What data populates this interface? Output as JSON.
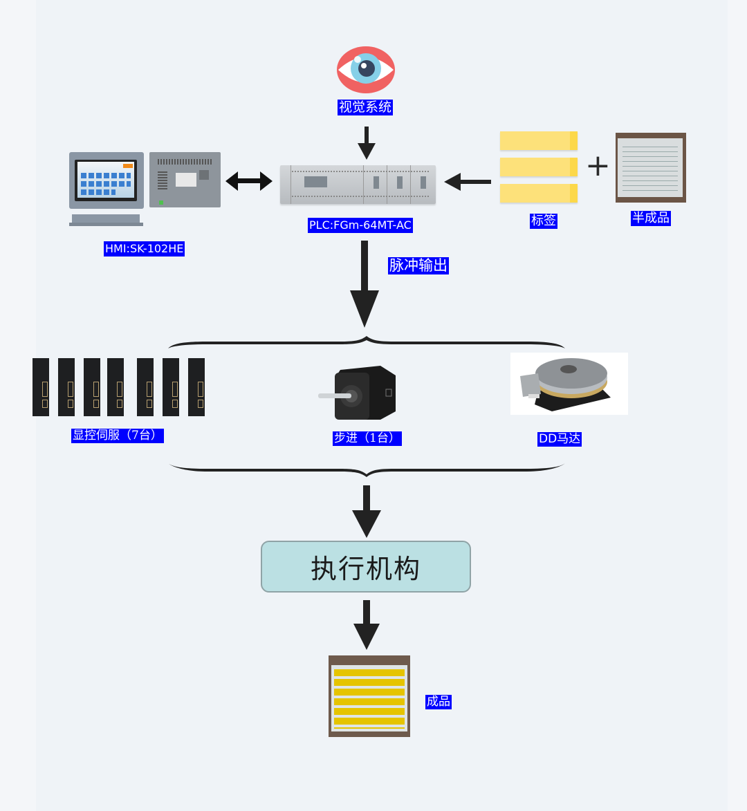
{
  "diagram": {
    "nodes": {
      "vision": {
        "label": "视觉系统",
        "icon": "eye-icon"
      },
      "hmi": {
        "label": "HMI:SK-102HE",
        "icon": "hmi-touchscreen-icon"
      },
      "plc": {
        "label": "PLC:FGm-64MT-AC",
        "icon": "plc-controller-icon"
      },
      "labels": {
        "label": "标签",
        "icon": "label-stack-icon"
      },
      "semi_product": {
        "label": "半成品",
        "icon": "semi-finished-board-icon"
      },
      "pulse_output": {
        "label": "脉冲输出"
      },
      "servo": {
        "label": "显控伺服（7台）",
        "icon": "servo-drive-icon",
        "count": 7
      },
      "stepper": {
        "label": "步进（1台）",
        "icon": "stepper-motor-icon",
        "count": 1
      },
      "dd_motor": {
        "label": "DD马达",
        "icon": "dd-motor-icon"
      },
      "actuator": {
        "label": "执行机构"
      },
      "product": {
        "label": "成品",
        "icon": "finished-board-icon"
      }
    },
    "plus_symbol": "+",
    "edges": [
      {
        "from": "vision",
        "to": "plc",
        "type": "arrow"
      },
      {
        "from": "hmi",
        "to": "plc",
        "type": "bidirectional"
      },
      {
        "from": "labels",
        "to": "plc",
        "type": "arrow"
      },
      {
        "from": "plc",
        "to": "drives",
        "type": "arrow",
        "label": "脉冲输出"
      },
      {
        "from": "drives",
        "to": "actuator",
        "type": "arrow"
      },
      {
        "from": "actuator",
        "to": "product",
        "type": "arrow"
      }
    ],
    "colors": {
      "label_bg": "#0000ff",
      "label_text": "#ffffff",
      "actuator_fill": "#bbe0e3",
      "arrow": "#222222",
      "eye_red": "#f06262",
      "eye_iris": "#86d0e8",
      "eye_pupil": "#36455f",
      "sticky_yellow": "#fde17a"
    }
  }
}
